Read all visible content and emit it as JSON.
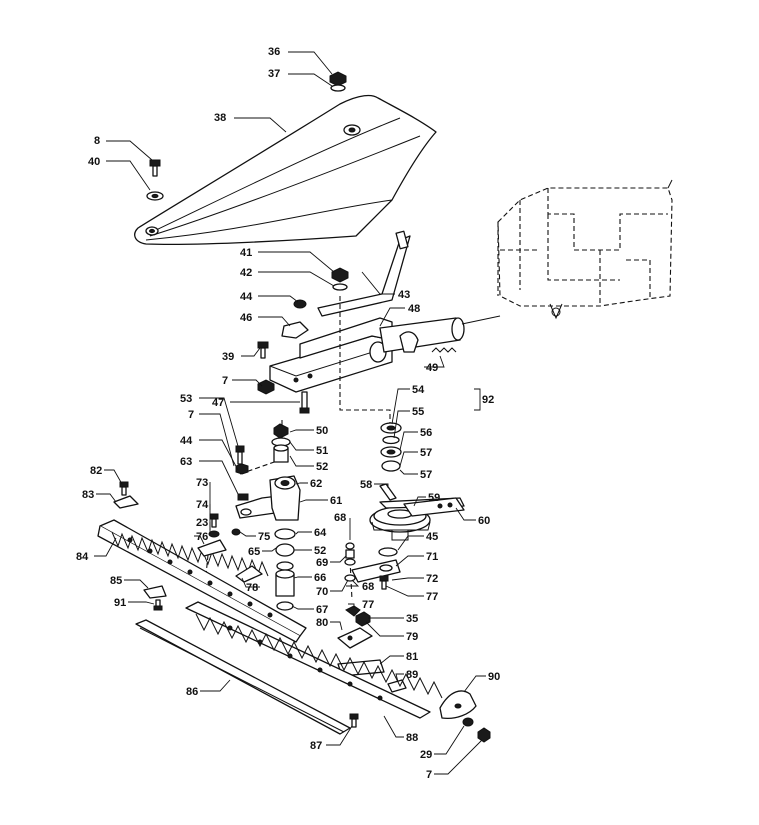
{
  "diagram": {
    "labels": [
      {
        "id": "l36",
        "text": "36"
      },
      {
        "id": "l37",
        "text": "37"
      },
      {
        "id": "l38",
        "text": "38"
      },
      {
        "id": "l8",
        "text": "8"
      },
      {
        "id": "l40",
        "text": "40"
      },
      {
        "id": "l41",
        "text": "41"
      },
      {
        "id": "l42",
        "text": "42"
      },
      {
        "id": "l43",
        "text": "43"
      },
      {
        "id": "l44a",
        "text": "44"
      },
      {
        "id": "l48",
        "text": "48"
      },
      {
        "id": "l46",
        "text": "46"
      },
      {
        "id": "l39",
        "text": "39"
      },
      {
        "id": "l49",
        "text": "49"
      },
      {
        "id": "l7a",
        "text": "7"
      },
      {
        "id": "l54",
        "text": "54"
      },
      {
        "id": "l92",
        "text": "92"
      },
      {
        "id": "l53",
        "text": "53"
      },
      {
        "id": "l47",
        "text": "47"
      },
      {
        "id": "l55",
        "text": "55"
      },
      {
        "id": "l7b",
        "text": "7"
      },
      {
        "id": "l50",
        "text": "50"
      },
      {
        "id": "l56",
        "text": "56"
      },
      {
        "id": "l44b",
        "text": "44"
      },
      {
        "id": "l51",
        "text": "51"
      },
      {
        "id": "l57a",
        "text": "57"
      },
      {
        "id": "l63",
        "text": "63"
      },
      {
        "id": "l52a",
        "text": "52"
      },
      {
        "id": "l57b",
        "text": "57"
      },
      {
        "id": "l82",
        "text": "82"
      },
      {
        "id": "l62",
        "text": "62"
      },
      {
        "id": "l58",
        "text": "58"
      },
      {
        "id": "l83",
        "text": "83"
      },
      {
        "id": "l73",
        "text": "73"
      },
      {
        "id": "l61",
        "text": "61"
      },
      {
        "id": "l59",
        "text": "59"
      },
      {
        "id": "l74",
        "text": "74"
      },
      {
        "id": "l68a",
        "text": "68"
      },
      {
        "id": "l60",
        "text": "60"
      },
      {
        "id": "l23",
        "text": "23"
      },
      {
        "id": "l75",
        "text": "75"
      },
      {
        "id": "l64",
        "text": "64"
      },
      {
        "id": "l76",
        "text": "76"
      },
      {
        "id": "l45",
        "text": "45"
      },
      {
        "id": "l84",
        "text": "84"
      },
      {
        "id": "l65",
        "text": "65"
      },
      {
        "id": "l52b",
        "text": "52"
      },
      {
        "id": "l69",
        "text": "69"
      },
      {
        "id": "l71",
        "text": "71"
      },
      {
        "id": "l66",
        "text": "66"
      },
      {
        "id": "l72",
        "text": "72"
      },
      {
        "id": "l85",
        "text": "85"
      },
      {
        "id": "l78",
        "text": "78"
      },
      {
        "id": "l68b",
        "text": "68"
      },
      {
        "id": "l70",
        "text": "70"
      },
      {
        "id": "l77a",
        "text": "77"
      },
      {
        "id": "l91",
        "text": "91"
      },
      {
        "id": "l67",
        "text": "67"
      },
      {
        "id": "l77b",
        "text": "77"
      },
      {
        "id": "l35",
        "text": "35"
      },
      {
        "id": "l80",
        "text": "80"
      },
      {
        "id": "l79",
        "text": "79"
      },
      {
        "id": "l81",
        "text": "81"
      },
      {
        "id": "l89",
        "text": "89"
      },
      {
        "id": "l90",
        "text": "90"
      },
      {
        "id": "l86",
        "text": "86"
      },
      {
        "id": "l87",
        "text": "87"
      },
      {
        "id": "l88",
        "text": "88"
      },
      {
        "id": "l29",
        "text": "29"
      },
      {
        "id": "l7c",
        "text": "7"
      }
    ]
  }
}
